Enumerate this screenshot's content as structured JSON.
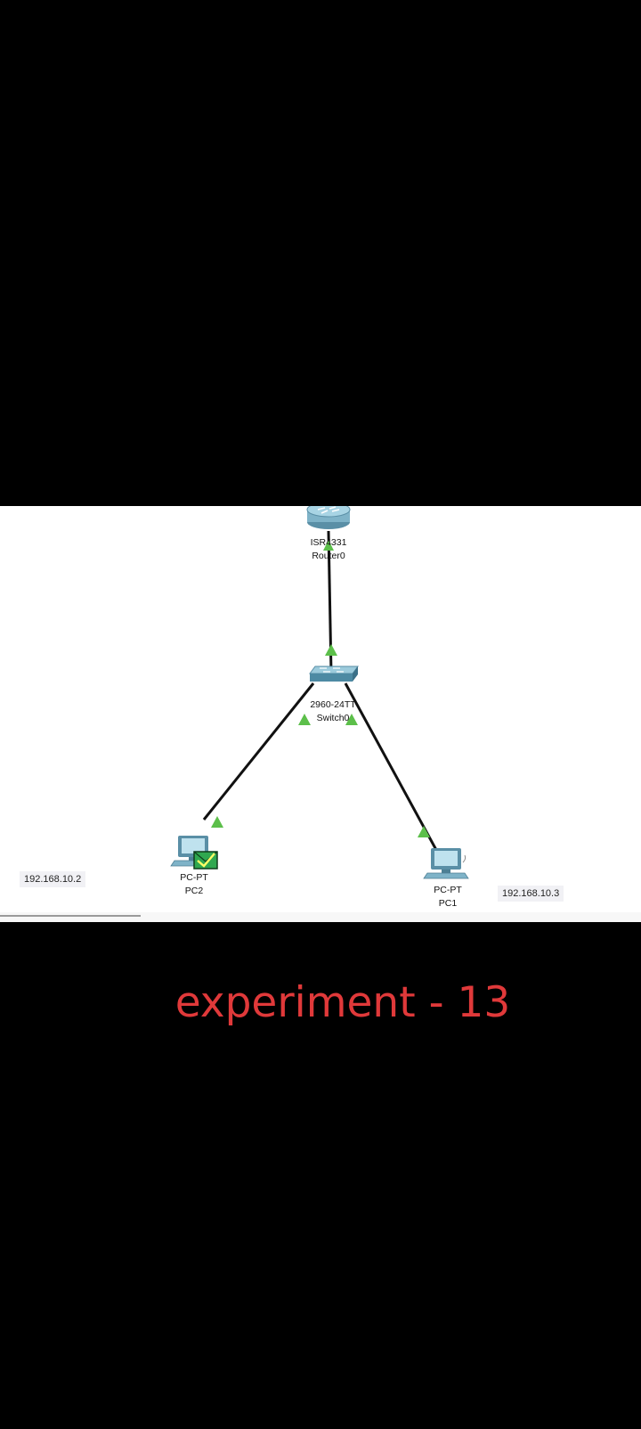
{
  "topology": {
    "devices": [
      {
        "id": "router0",
        "model": "ISR4331",
        "name": "Router0",
        "icon": "router-icon"
      },
      {
        "id": "switch0",
        "model": "2960-24TT",
        "name": "Switch0",
        "icon": "switch-icon"
      },
      {
        "id": "pc2",
        "model": "PC-PT",
        "name": "PC2",
        "icon": "pc-icon",
        "status": "pdu-success"
      },
      {
        "id": "pc1",
        "model": "PC-PT",
        "name": "PC1",
        "icon": "pc-icon"
      }
    ],
    "links": [
      {
        "from": "router0",
        "to": "switch0",
        "link_light": "green"
      },
      {
        "from": "switch0",
        "to": "pc2",
        "link_light": "green"
      },
      {
        "from": "switch0",
        "to": "pc1",
        "link_light": "green"
      }
    ],
    "notes": {
      "pc2_ip": "192.168.10.2",
      "pc1_ip": "192.168.10.3"
    }
  },
  "caption": "experiment - 13",
  "colors": {
    "background": "#000000",
    "workspace": "#ffffff",
    "link": "#111111",
    "link_light": "#5cbf4a",
    "caption": "#e0393a",
    "pdu_success": "#2fa84f"
  }
}
